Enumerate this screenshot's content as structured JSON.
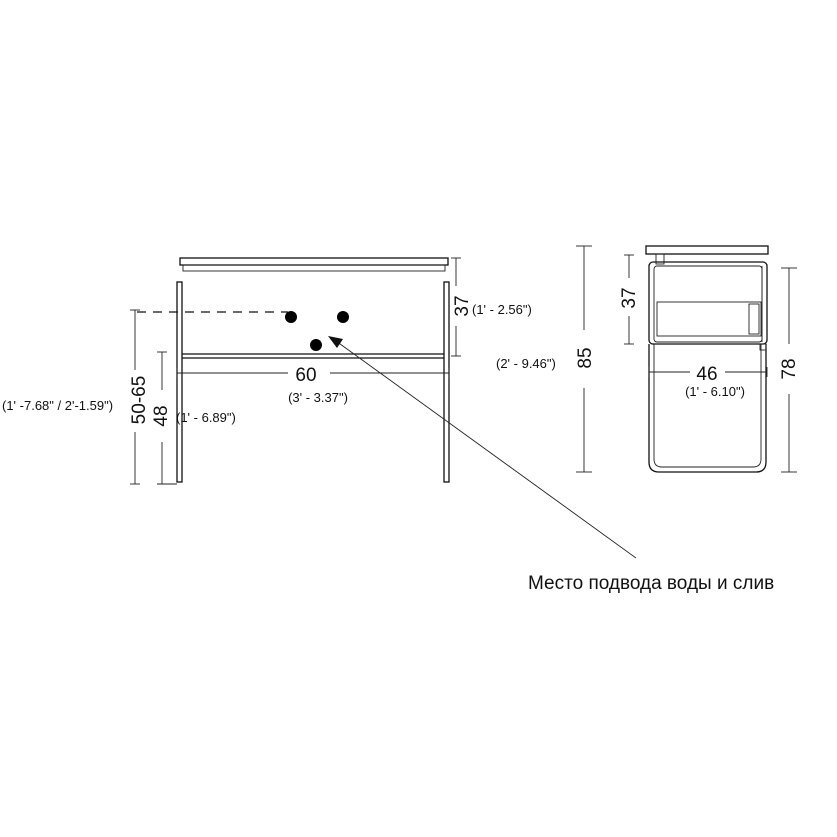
{
  "front_view": {
    "width_cm": "60",
    "width_in": "(3' - 3.37\")",
    "depth_top_cm": "37",
    "depth_top_in": "(1' - 2.56\")",
    "height_range_cm": "50-65",
    "height_range_in": "(1' -7.68\" / 2'-1.59\")",
    "leg_height_cm": "48",
    "leg_height_in": "(1' - 6.89\")"
  },
  "side_view": {
    "total_height_cm": "85",
    "total_height_in": "(2' - 9.46\")",
    "cabinet_height_cm": "37",
    "depth_cm": "46",
    "depth_in": "(1' - 6.10\")",
    "frame_height_cm": "78"
  },
  "callout": {
    "text": "Место подвода воды и слив"
  }
}
